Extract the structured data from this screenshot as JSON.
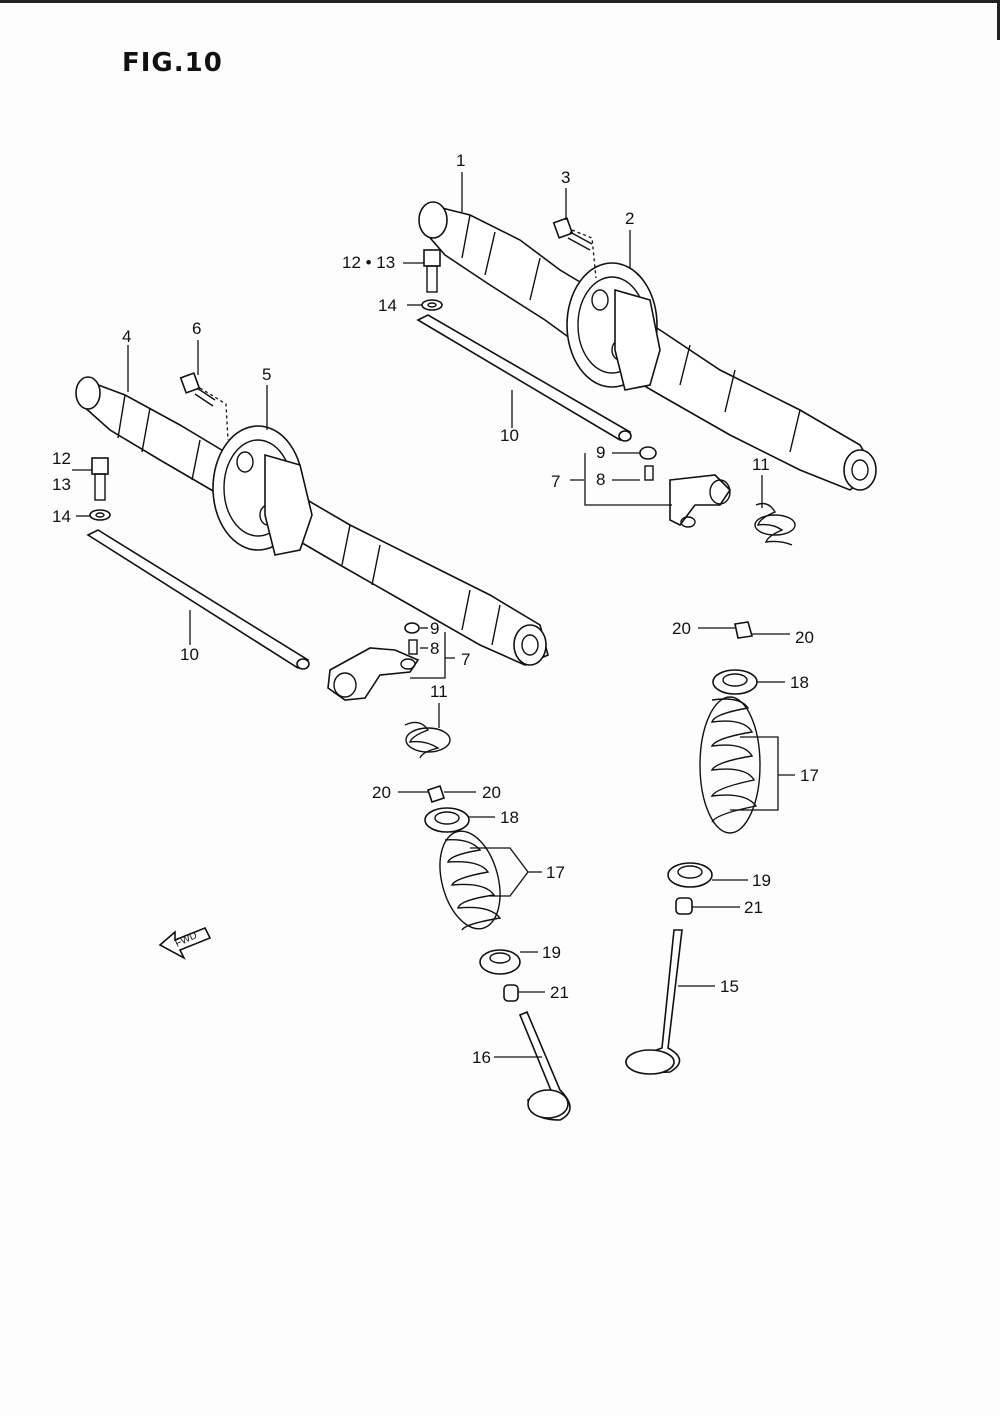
{
  "figure": {
    "title": "FIG.10"
  },
  "direction_arrow": {
    "label": "FWD"
  },
  "callouts": {
    "c1": "1",
    "c2": "2",
    "c3": "3",
    "c4": "4",
    "c5": "5",
    "c6": "6",
    "c7a": "7",
    "c7b": "7",
    "c8a": "8",
    "c8b": "8",
    "c9a": "9",
    "c9b": "9",
    "c10a": "10",
    "c10b": "10",
    "c11a": "11",
    "c11b": "11",
    "c12_13": "12 • 13",
    "c12": "12",
    "c13": "13",
    "c14a": "14",
    "c14b": "14",
    "c15": "15",
    "c16": "16",
    "c17a": "17",
    "c17b": "17",
    "c18a": "18",
    "c18b": "18",
    "c19a": "19",
    "c19b": "19",
    "c20a": "20",
    "c20b": "20",
    "c20c": "20",
    "c20d": "20",
    "c21a": "21",
    "c21b": "21"
  }
}
